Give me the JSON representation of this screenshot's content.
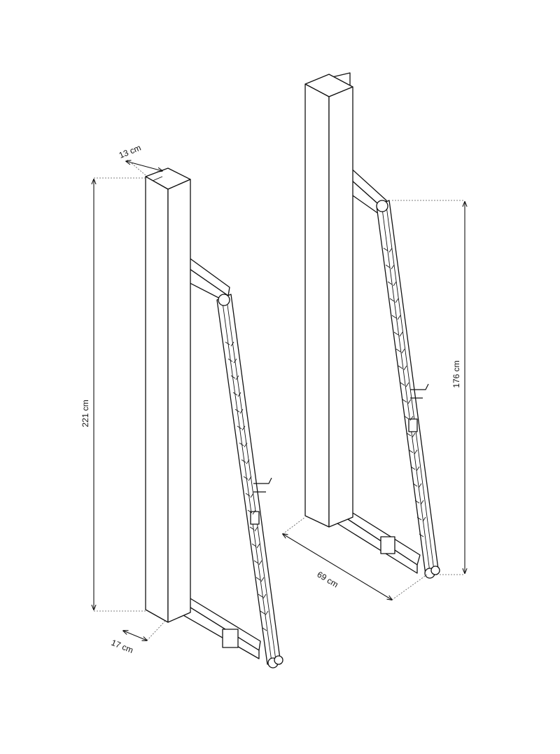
{
  "dimensions": {
    "height_left": "221 cm",
    "depth_top": "13 cm",
    "depth_bottom": "17 cm",
    "height_right": "176 cm",
    "width_bottom": "69 cm"
  },
  "colors": {
    "line": "#111111",
    "background": "#ffffff"
  }
}
